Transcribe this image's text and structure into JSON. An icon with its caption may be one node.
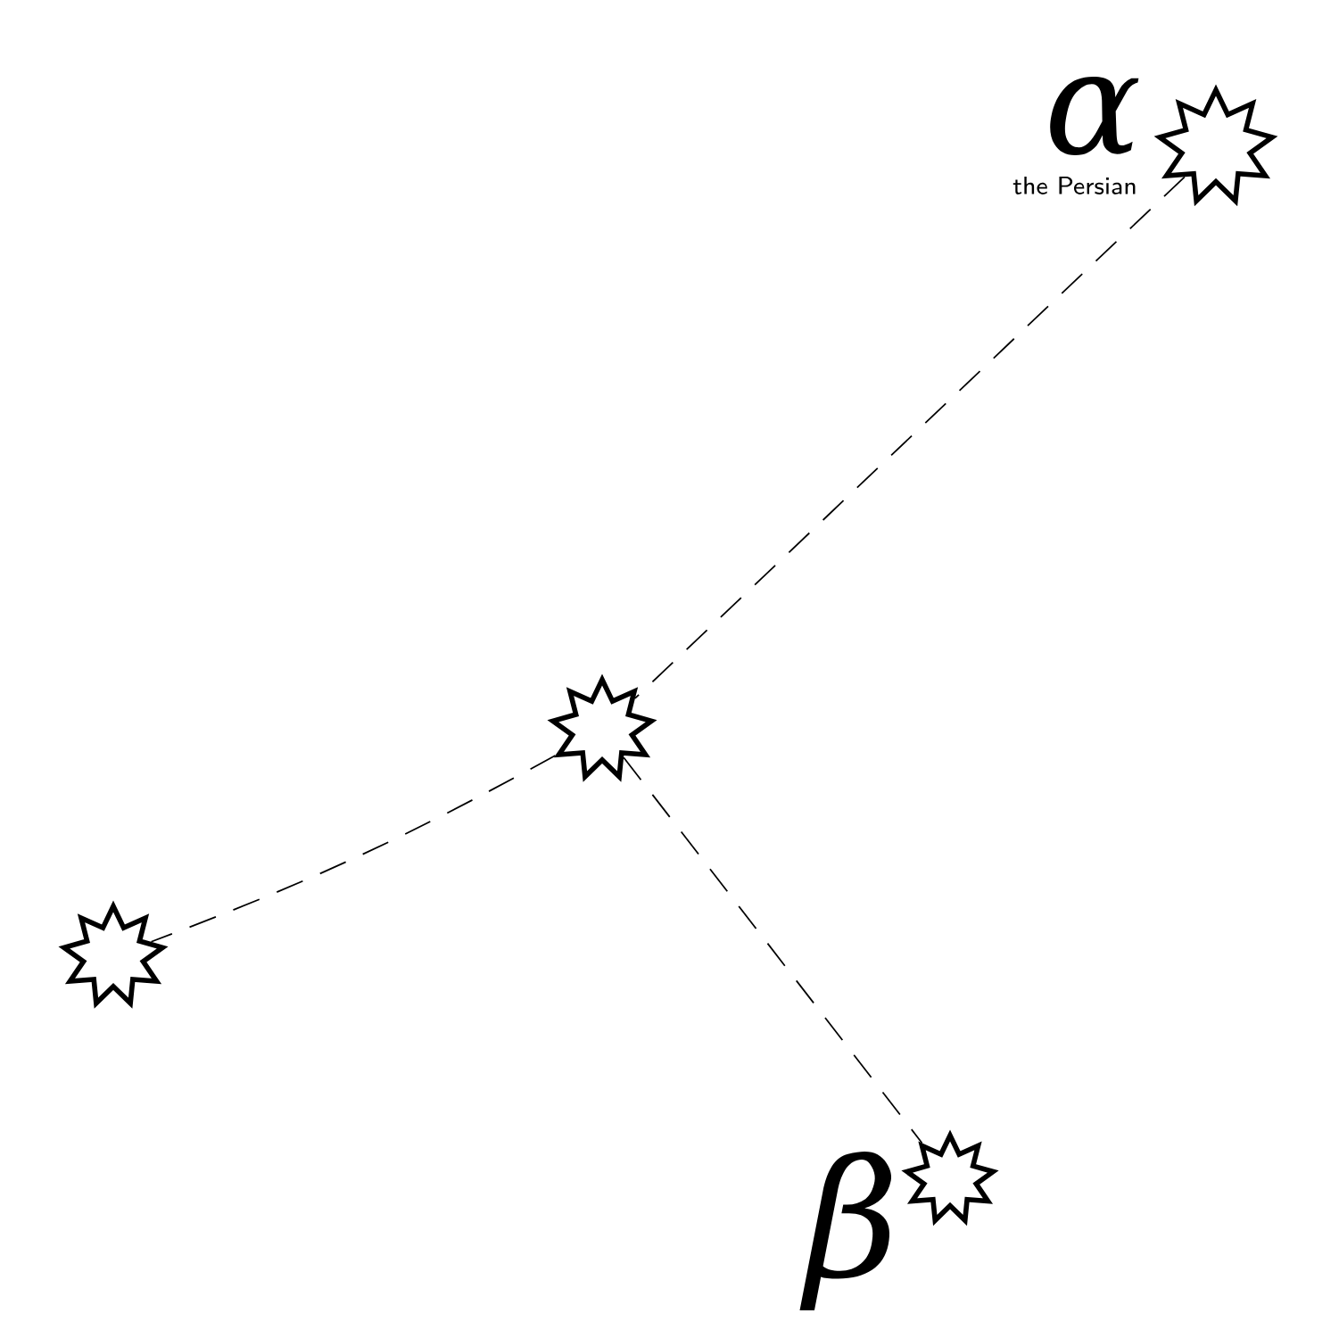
{
  "diagram": {
    "nodes": [
      {
        "text": [],
        "shape": "star",
        "beside": [
          "α",
          "the Persian"
        ]
      },
      {
        "text": [],
        "shape": "star"
      },
      {
        "text": [],
        "shape": "star"
      },
      {
        "text": [],
        "shape": "star",
        "beside": [
          "β"
        ]
      }
    ],
    "edges": [
      {
        "from": 0,
        "to": 1,
        "arrow": "none",
        "style": "dashed"
      },
      {
        "from": 1,
        "to": 2,
        "arrow": "none",
        "style": "dashed"
      },
      {
        "from": 1,
        "to": 3,
        "arrow": "none",
        "style": "dashed"
      }
    ]
  }
}
